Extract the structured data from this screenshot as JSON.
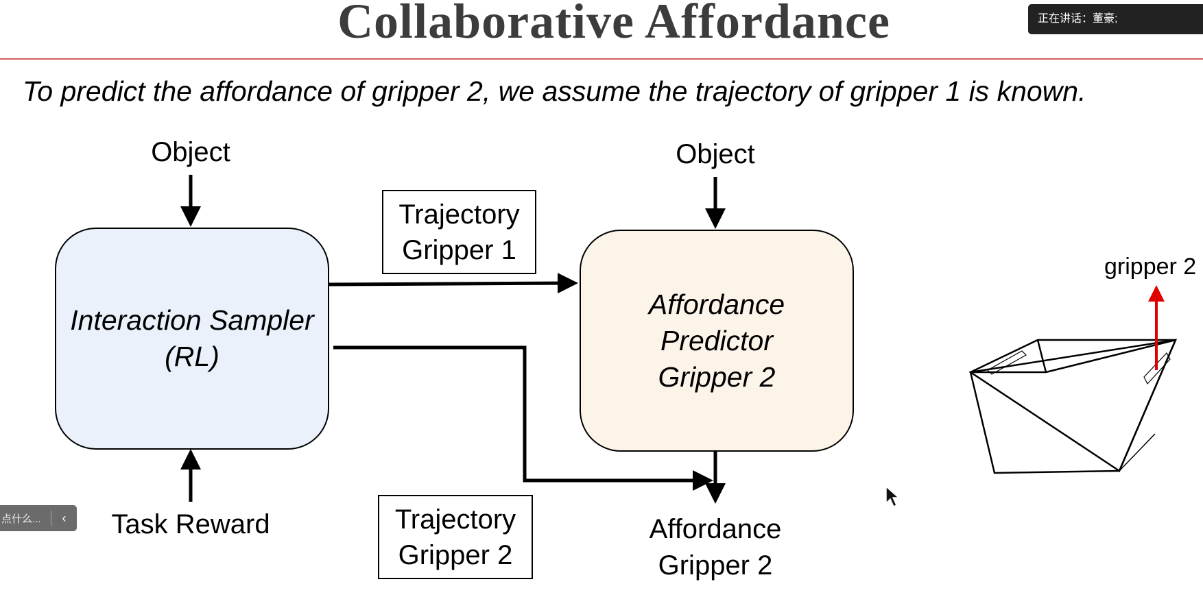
{
  "slide": {
    "title": "Collaborative Affordance",
    "subtitle": "To predict the affordance of gripper 2, we assume the trajectory of gripper 1 is known."
  },
  "diagram": {
    "input_object_left": "Object",
    "input_object_right": "Object",
    "sampler_line1": "Interaction Sampler",
    "sampler_line2": "(RL)",
    "task_reward": "Task Reward",
    "traj1_line1": "Trajectory",
    "traj1_line2": "Gripper 1",
    "traj2_line1": "Trajectory",
    "traj2_line2": "Gripper 2",
    "predictor_line1": "Affordance",
    "predictor_line2": "Predictor",
    "predictor_line3": "Gripper 2",
    "output_line1": "Affordance",
    "output_line2": "Gripper 2",
    "illustration_label": "gripper 2"
  },
  "meeting_overlay": {
    "speaker_status": "正在讲话：董豪;",
    "comment_placeholder": "点什么...",
    "collapse_glyph": "‹"
  },
  "colors": {
    "sampler_fill": "#eaf1fb",
    "predictor_fill": "#fdf4e9",
    "gripper_arrow": "#e00000",
    "title_rule": "#cc3333"
  }
}
